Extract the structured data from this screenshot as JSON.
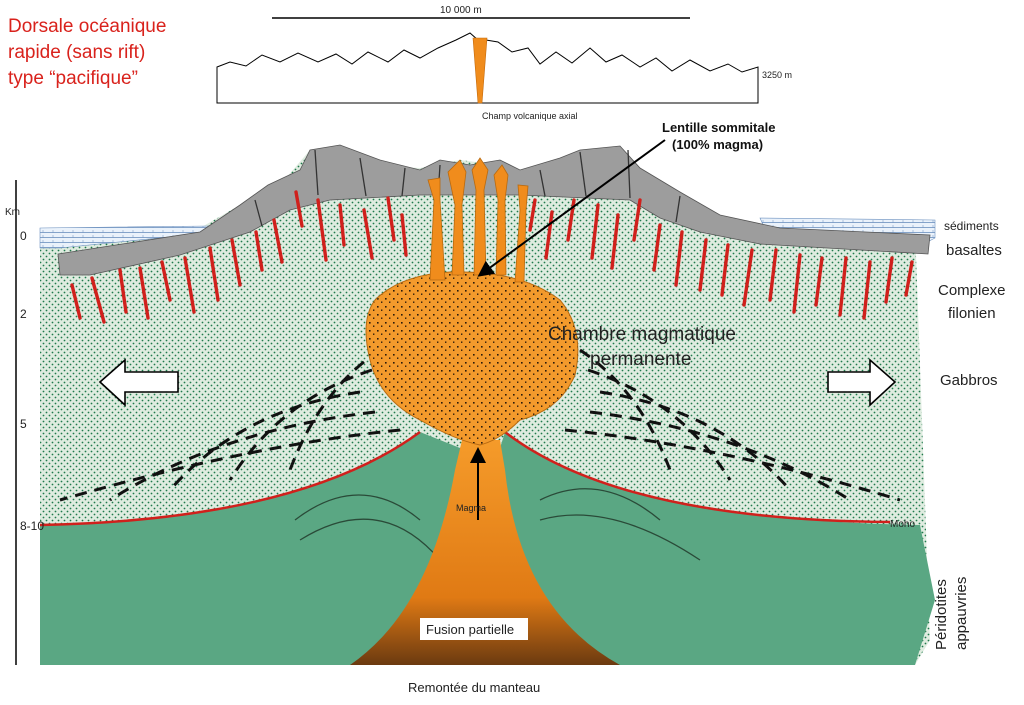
{
  "title": {
    "line1": "Dorsale océanique",
    "line2": "rapide (sans rift)",
    "line3": "type “pacifique”"
  },
  "profile": {
    "width_label": "10 000 m",
    "depth_label": "3250 m",
    "axial_label": "Champ volcanique axial"
  },
  "callouts": {
    "lens_line1": "Lentille sommitale",
    "lens_line2": "(100% magma)",
    "chamber_line1": "Chambre magmatique",
    "chamber_line2": "permanente",
    "magma": "Magma",
    "fusion": "Fusion partielle",
    "upwelling": "Remontée du manteau"
  },
  "depth_scale": {
    "unit": "Km",
    "ticks": [
      "0",
      "2",
      "5",
      "8-10"
    ]
  },
  "layers": {
    "sediments": "sédiments",
    "basalts": "basaltes",
    "dikes_line1": "Complexe",
    "dikes_line2": "filonien",
    "gabbros": "Gabbros",
    "moho": "Moho",
    "peridotites_line1": "Péridotites",
    "peridotites_line2": "appauvries"
  },
  "colors": {
    "title_red": "#d9221c",
    "dike_red": "#d0201c",
    "magma_orange": "#f08c1c",
    "mantle_green": "#5aa783",
    "gabbro_bg": "#dce9dd",
    "basalt_gray": "#9d9d9d"
  }
}
